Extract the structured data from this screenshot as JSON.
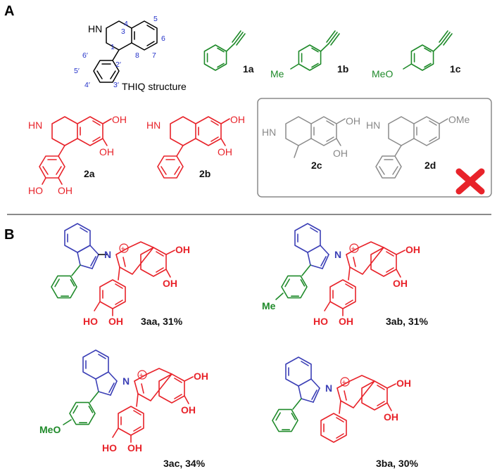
{
  "panels": {
    "a": "A",
    "b": "B"
  },
  "thiq": {
    "nh": "HN",
    "caption": "THIQ structure",
    "numbers": {
      "n1": "1",
      "n3": "3",
      "n4": "4",
      "n5": "5",
      "n6": "6",
      "n7": "7",
      "n8": "8",
      "n2p": "2′",
      "n3p": "3′",
      "n4p": "4′",
      "n5p": "5′",
      "n6p": "6′"
    }
  },
  "alkynes": {
    "c1a": "1a",
    "c1b": "1b",
    "c1c": "1c",
    "me": "Me",
    "meo": "MeO"
  },
  "thiqs": {
    "c2a": "2a",
    "c2b": "2b",
    "c2c": "2c",
    "c2d": "2d",
    "hn": "HN",
    "oh": "OH",
    "ome": "OMe"
  },
  "products": {
    "c3aa": "3aa, 31%",
    "c3ab": "3ab, 31%",
    "c3ac": "3ac, 34%",
    "c3ba": "3ba, 30%",
    "n": "N",
    "plus": "+",
    "oh": "OH",
    "ho": "HO",
    "me": "Me",
    "meo": "MeO"
  },
  "colors": {
    "black": "#000000",
    "green": "#1f8a2a",
    "red": "#e8232a",
    "gray": "#8a8a8a",
    "blue": "#3b3fb6",
    "cross": "#e8232a"
  },
  "icons": {
    "excluded": "red-cross-icon"
  }
}
